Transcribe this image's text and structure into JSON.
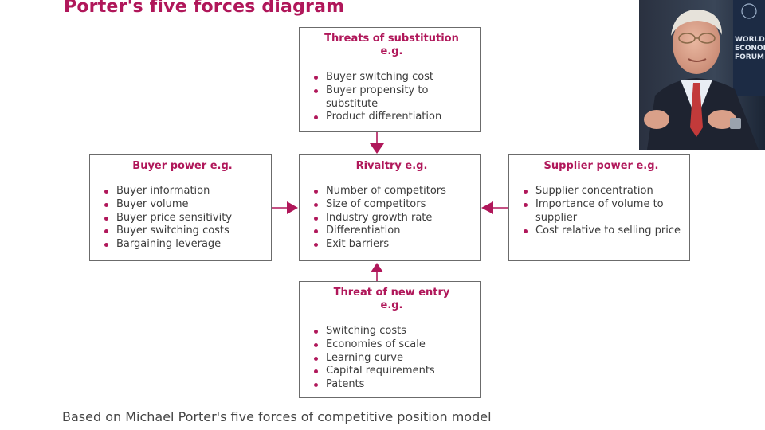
{
  "title": "Porter's five forces diagram",
  "caption": "Based on Michael Porter's five forces of competitive position model",
  "colors": {
    "accent": "#b0175a",
    "text": "#3c3c3c",
    "border": "#6b6b6b"
  },
  "boxes": {
    "substitution": {
      "title_line1": "Threats of substitution",
      "title_line2": "e.g.",
      "items": [
        "Buyer switching cost",
        "Buyer propensity to substitute",
        "Product differentiation"
      ]
    },
    "buyer": {
      "title": "Buyer power e.g.",
      "items": [
        "Buyer information",
        "Buyer volume",
        "Buyer price sensitivity",
        "Buyer switching costs",
        "Bargaining leverage"
      ]
    },
    "rivalry": {
      "title": "Rivaltry e.g.",
      "items": [
        "Number of competitors",
        "Size of competitors",
        "Industry growth rate",
        "Differentiation",
        "Exit barriers"
      ]
    },
    "supplier": {
      "title": "Supplier power e.g.",
      "items": [
        "Supplier concentration",
        "Importance of volume to supplier",
        "Cost relative to selling price"
      ]
    },
    "entry": {
      "title_line1": "Threat of new entry",
      "title_line2": "e.g.",
      "items": [
        "Switching costs",
        "Economies of scale",
        "Learning curve",
        "Capital requirements",
        "Patents"
      ]
    }
  },
  "photo": {
    "banner_lines": [
      "WORLD",
      "ECONOMIC",
      "FORUM"
    ]
  }
}
